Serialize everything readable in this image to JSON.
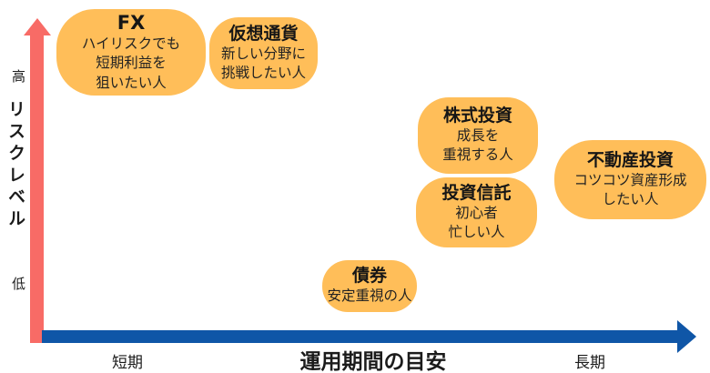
{
  "colors": {
    "bubble": "#FFBE59",
    "risk_axis": "#F86B66",
    "period_axis": "#0F56A7"
  },
  "y_axis": {
    "high": "高",
    "title": "リスクレベル",
    "low": "低"
  },
  "x_axis": {
    "short": "短期",
    "title": "運用期間の目安",
    "long": "長期"
  },
  "bubbles": [
    {
      "id": "fx",
      "title": "FX",
      "lines": [
        "ハイリスクでも",
        "短期利益を",
        "狙いたい人"
      ]
    },
    {
      "id": "crypto",
      "title": "仮想通貨",
      "lines": [
        "新しい分野に",
        "挑戦したい人"
      ]
    },
    {
      "id": "stocks",
      "title": "株式投資",
      "lines": [
        "成長を",
        "重視する人"
      ]
    },
    {
      "id": "funds",
      "title": "投資信託",
      "lines": [
        "初心者",
        "忙しい人"
      ]
    },
    {
      "id": "realestate",
      "title": "不動産投資",
      "lines": [
        "コツコツ資産形成",
        "したい人"
      ]
    },
    {
      "id": "bonds",
      "title": "債券",
      "lines": [
        "安定重視の人"
      ]
    }
  ]
}
